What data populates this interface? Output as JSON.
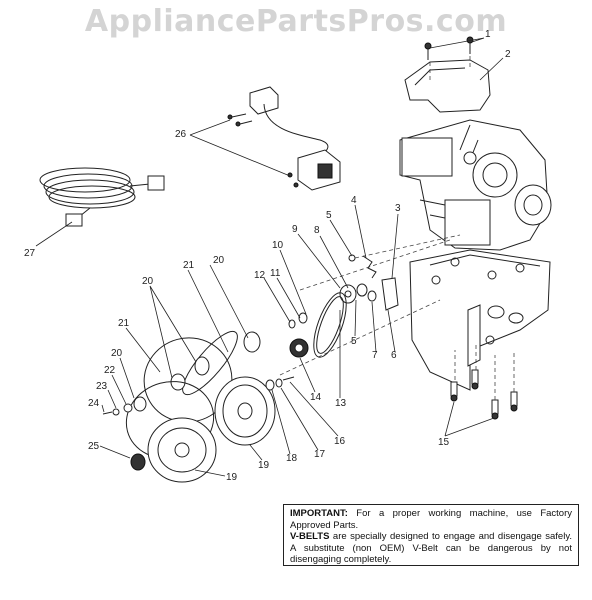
{
  "watermark": "AppliancePartsPros.com",
  "callouts": [
    "1",
    "2",
    "3",
    "4",
    "5",
    "5",
    "6",
    "7",
    "8",
    "9",
    "10",
    "11",
    "12",
    "13",
    "14",
    "15",
    "16",
    "17",
    "18",
    "19",
    "19",
    "20",
    "20",
    "20",
    "21",
    "21",
    "22",
    "23",
    "24",
    "25",
    "26",
    "27"
  ],
  "note": {
    "important_label": "IMPORTANT:",
    "important_text": "For a proper working machine, use Factory Approved Parts.",
    "vbelts_label": "V-BELTS",
    "vbelts_text": "are specially designed to engage and disengage safely. A substitute (non OEM) V-Belt can be dangerous by not disengaging completely."
  }
}
